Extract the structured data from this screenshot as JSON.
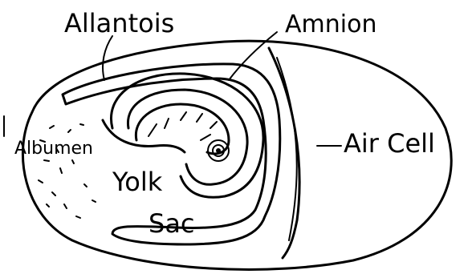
{
  "labels": {
    "allantois": "Allantois",
    "amnion": "Amnion",
    "air_cell": "Air Cell",
    "albumen": "Albumen",
    "yolk": "Yolk",
    "sac": "Sac"
  },
  "colors": {
    "ink": "#000000",
    "paper": "#ffffff"
  }
}
